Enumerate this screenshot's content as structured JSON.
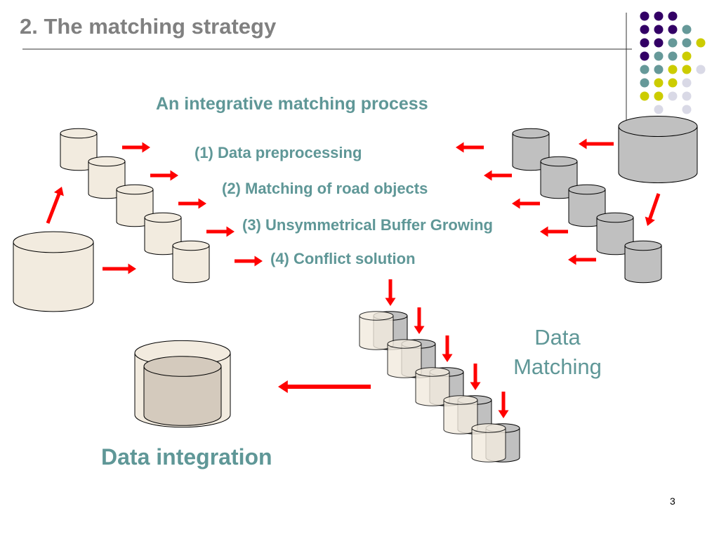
{
  "slide": {
    "title": "2. The matching strategy",
    "subtitle": "An integrative matching process",
    "steps": [
      "(1) Data preprocessing",
      "(2) Matching of road objects",
      "(3) Unsymmetrical Buffer Growing",
      "(4) Conflict solution"
    ],
    "data_matching_label": [
      "Data",
      "Matching"
    ],
    "data_integration_label": "Data integration",
    "page_number": "3"
  },
  "colors": {
    "title": "#808080",
    "accent_text": "#5f9797",
    "arrow": "#ff0000",
    "db_beige": "#f2ebdf",
    "db_gray": "#c0c0c0",
    "dot_purple": "#330066",
    "dot_teal": "#669999",
    "dot_yellow": "#cccc00",
    "dot_lavender": "#d9d9e6"
  },
  "icons": {
    "database": "database-cylinder-icon",
    "arrow": "red-arrow-icon",
    "dots": "decorative-dot-grid"
  }
}
